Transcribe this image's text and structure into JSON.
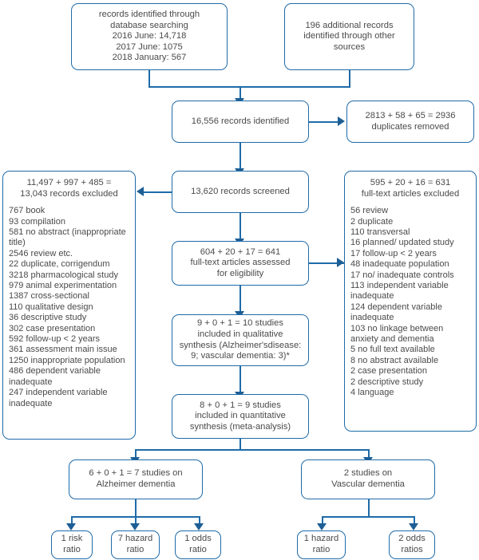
{
  "diagram": {
    "title": "PRISMA study selection flow diagram",
    "accent_color": "#1F6BA8",
    "arrow_color": "#1D5E94",
    "text_color": "#4a4a4a",
    "background": "#ffffff"
  },
  "nodes": {
    "database_records": {
      "text": "records identified through\ndatabase searching\n2016 June: 14,718\n2017 June: 1075\n2018 January: 567"
    },
    "other_records": {
      "text": "196 additional records\nidentified through other\nsources"
    },
    "records_identified": {
      "text": "16,556 records identified"
    },
    "duplicates_removed": {
      "text": "2813 + 58 + 65 = 2936\nduplicates removed"
    },
    "records_screened": {
      "text": "13,620 records screened"
    },
    "records_excluded": {
      "header": "11,497 + 997 + 485 =\n13,043 records excluded",
      "reasons": "767 book\n93 compilation\n581 no abstract (inappropriate title)\n2546 review etc.\n22 duplicate, corrigendum\n3218 pharmacological study\n979 animal experimentation\n1387 cross-sectional\n110 qualitative design\n36 descriptive study\n302 case presentation\n592 follow-up < 2 years\n361 assessment main issue\n1250 inappropriate population\n486 dependent variable inadequate\n247 independent variable inadequate"
    },
    "fulltext_assessed": {
      "text": "604 + 20 + 17 = 641\nfull-text articles assessed\nfor eligibility"
    },
    "fulltext_excluded": {
      "header": "595 + 20 + 16 = 631\nfull-text articles excluded",
      "reasons": "56 review\n2 duplicate\n110 transversal\n16 planned/ updated study\n17 follow-up < 2 years\n48 inadequate population\n17 no/ inadequate controls\n113 independent variable inadequate\n124 dependent variable inadequate\n103 no linkage between anxiety and dementia\n5 no full text available\n8 no abstract available\n2 case presentation\n2 descriptive study\n4 language"
    },
    "qualitative_synthesis": {
      "text": "9 + 0 + 1 = 10 studies\nincluded in qualitative\nsynthesis (Alzheimer'sdisease:\n9; vascular dementia: 3)*"
    },
    "quantitative_synthesis": {
      "text": "8 + 0 + 1 = 9 studies\nincluded in quantitative\nsynthesis (meta-analysis)"
    },
    "alzheimer_studies": {
      "text": "6 + 0 + 1 = 7 studies on\nAlzheimer dementia"
    },
    "vascular_studies": {
      "text": "2 studies on\nVascular dementia"
    },
    "risk_ratio": {
      "text": "1 risk\nratio"
    },
    "hazard_ratio_7": {
      "text": "7 hazard\nratio"
    },
    "odds_ratio_1": {
      "text": "1 odds\nratio"
    },
    "hazard_ratio_1": {
      "text": "1 hazard\nratio"
    },
    "odds_ratios_2": {
      "text": "2 odds\nratios"
    }
  }
}
